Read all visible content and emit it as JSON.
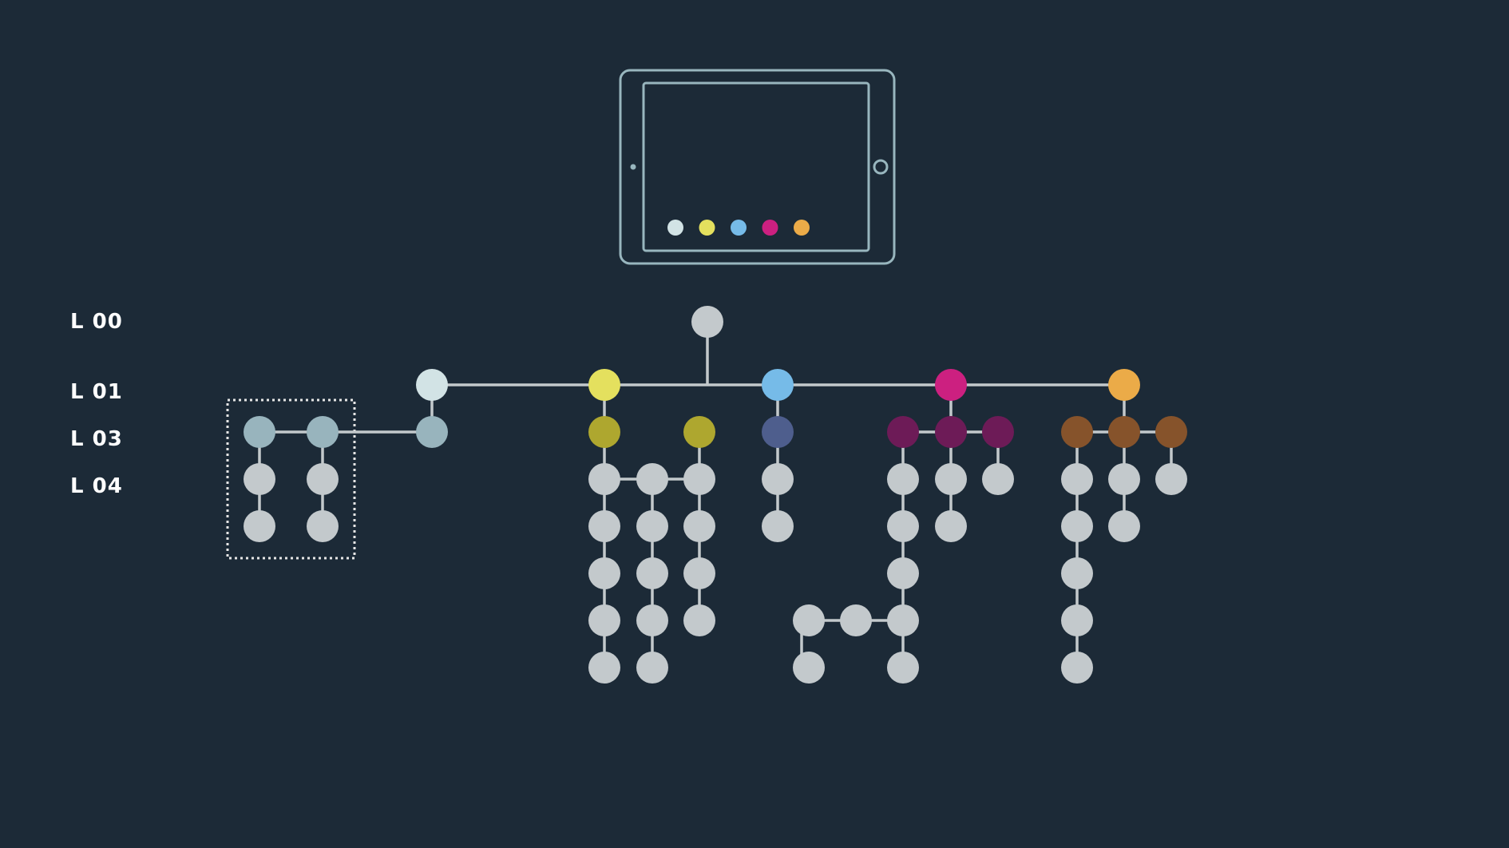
{
  "level_labels": [
    "L 00",
    "L 01",
    "L 03",
    "L 04"
  ],
  "colors": {
    "background": "#1c2a37",
    "device_outline": "#98b6be",
    "connector": "#c3c9cc",
    "node_default": "#c3c9cc",
    "root": "#c3c9cc",
    "branch_slate": "#d2e3e5",
    "branch_slate_dark": "#98b4bd",
    "branch_yellow": "#e4e05e",
    "branch_yellow_dark": "#aea72f",
    "branch_blue": "#76bbe8",
    "branch_blue_dark": "#4e5e8d",
    "branch_magenta": "#cc2080",
    "branch_magenta_dark": "#6d1b57",
    "branch_orange": "#ebab48",
    "branch_orange_dark": "#86532b",
    "selection_box": "#e6e6e6"
  },
  "device_dots": [
    "#d2e3e5",
    "#e4e05e",
    "#76bbe8",
    "#cc2080",
    "#ebab48"
  ],
  "icons": [
    "tablet-device-icon"
  ]
}
